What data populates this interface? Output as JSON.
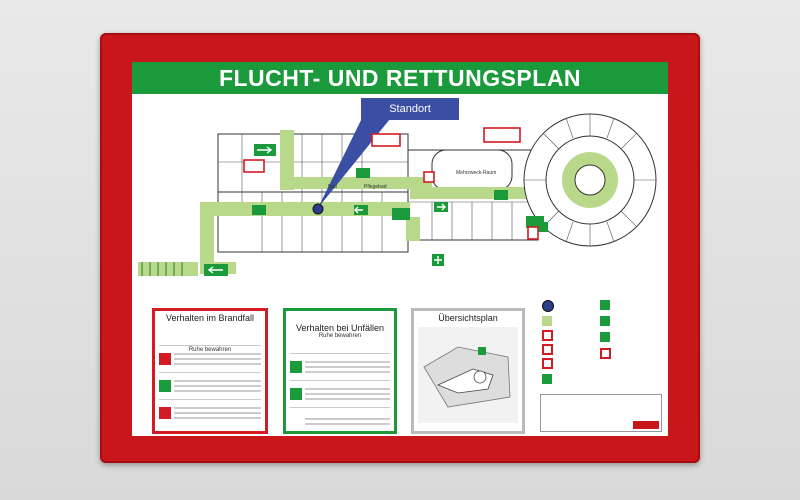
{
  "sign": {
    "title": "FLUCHT- UND RETTUNGSPLAN",
    "location_label": "Standort",
    "panels": {
      "fire": {
        "title": "Verhalten im Brandfall",
        "subtitle": "Ruhe bewahren"
      },
      "accident": {
        "title": "Verhalten bei Unfällen",
        "subtitle": "Ruhe bewahren"
      },
      "overview": {
        "title": "Übersichtsplan"
      }
    }
  },
  "colors": {
    "frame": "#c8161b",
    "title_bar": "#1a9a3a",
    "escape_route": "#b9d98a",
    "location_marker": "#2a3e8c",
    "callout": "#3a4ea3",
    "exit_sign": "#1a9a3a",
    "fire_sign": "#d21b22"
  }
}
